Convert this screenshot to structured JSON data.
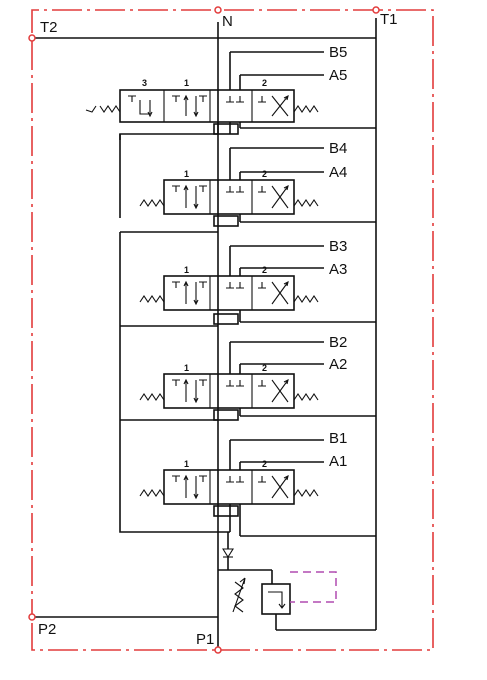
{
  "ports": {
    "t1": "T1",
    "t2": "T2",
    "n": "N",
    "p1": "P1",
    "p2": "P2"
  },
  "sections": [
    {
      "b": "B5",
      "a": "A5",
      "pos_left": "3",
      "pos_center": "1",
      "pos_right": "2"
    },
    {
      "b": "B4",
      "a": "A4",
      "pos_left": "",
      "pos_center": "1",
      "pos_right": "2"
    },
    {
      "b": "B3",
      "a": "A3",
      "pos_left": "",
      "pos_center": "1",
      "pos_right": "2"
    },
    {
      "b": "B2",
      "a": "A2",
      "pos_left": "",
      "pos_center": "1",
      "pos_right": "2"
    },
    {
      "b": "B1",
      "a": "A1",
      "pos_left": "",
      "pos_center": "1",
      "pos_right": "2"
    }
  ],
  "colors": {
    "lines": "#111111",
    "boundary": "#e23b3b",
    "pilot": "#b04cb0"
  }
}
